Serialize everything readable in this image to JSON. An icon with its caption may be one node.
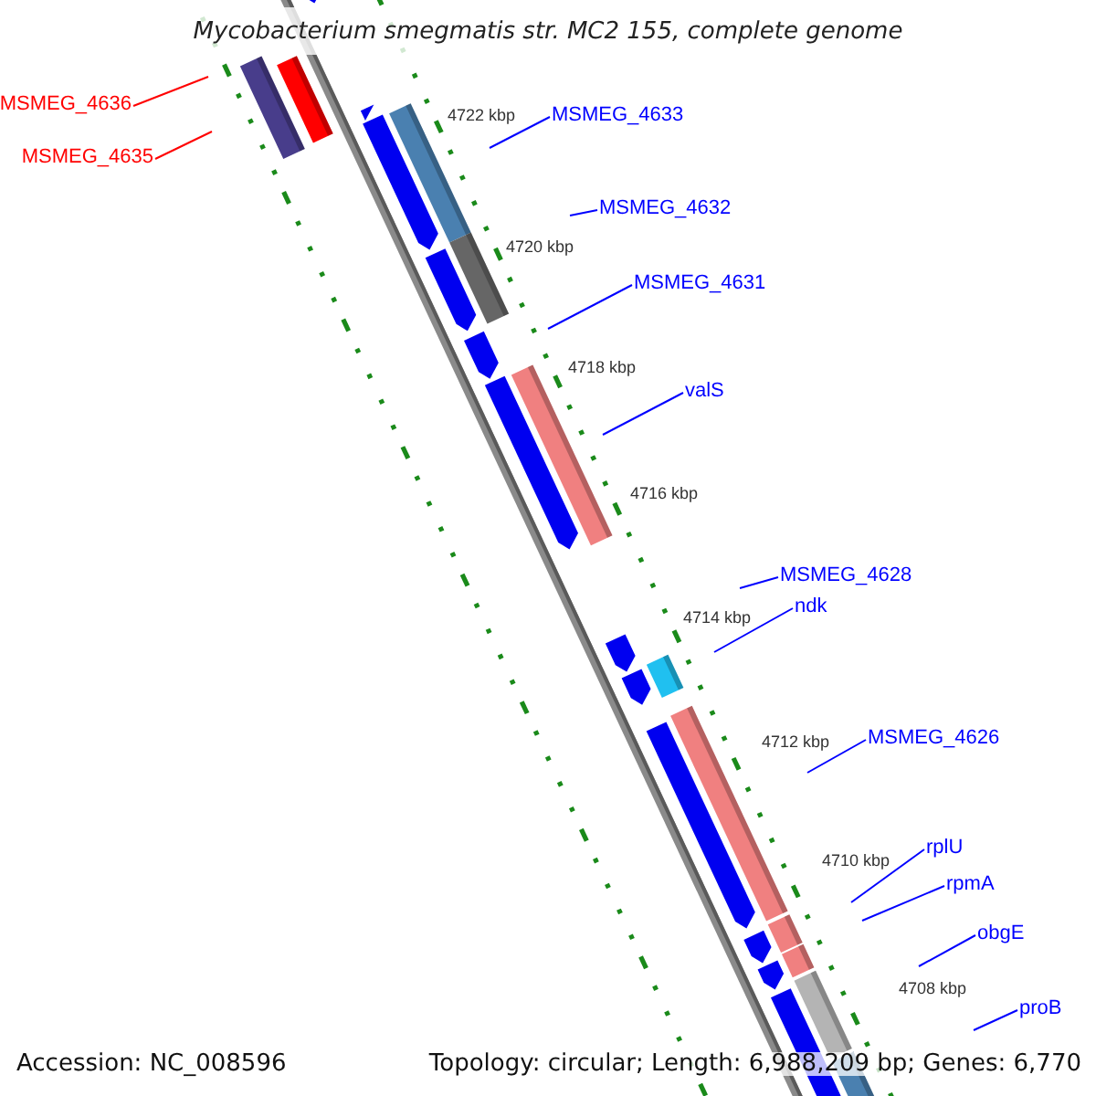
{
  "diagram": {
    "title": "Mycobacterium smegmatis str. MC2 155, complete genome",
    "nodes": [
      {
        "text": [
          "MSMEG_4636"
        ]
      },
      {
        "text": [
          "MSMEG_4635"
        ]
      },
      {
        "text": [
          "MSMEG_4633"
        ]
      },
      {
        "text": [
          "MSMEG_4632"
        ]
      },
      {
        "text": [
          "MSMEG_4631"
        ]
      },
      {
        "text": [
          "valS"
        ]
      },
      {
        "text": [
          "MSMEG_4628"
        ]
      },
      {
        "text": [
          "ndk"
        ]
      },
      {
        "text": [
          "MSMEG_4626"
        ]
      },
      {
        "text": [
          "rplU"
        ]
      },
      {
        "text": [
          "rpmA"
        ]
      },
      {
        "text": [
          "obgE"
        ]
      },
      {
        "text": [
          "proB"
        ]
      }
    ],
    "edges": [
      {
        "from": 0,
        "to": null,
        "arrow": "none",
        "color": "#ff0000"
      },
      {
        "from": 1,
        "to": null,
        "arrow": "none",
        "color": "#ff0000"
      },
      {
        "from": 2,
        "to": null,
        "arrow": "none"
      },
      {
        "from": 3,
        "to": null,
        "arrow": "none"
      },
      {
        "from": 4,
        "to": null,
        "arrow": "none"
      },
      {
        "from": 5,
        "to": null,
        "arrow": "none"
      },
      {
        "from": 6,
        "to": null,
        "arrow": "none"
      },
      {
        "from": 7,
        "to": null,
        "arrow": "none"
      },
      {
        "from": 8,
        "to": null,
        "arrow": "none"
      },
      {
        "from": 9,
        "to": null,
        "arrow": "none"
      },
      {
        "from": 10,
        "to": null,
        "arrow": "none"
      },
      {
        "from": 11,
        "to": null,
        "arrow": "none"
      },
      {
        "from": 12,
        "to": null,
        "arrow": "none"
      }
    ],
    "labels": [
      "4722 kbp",
      "4720 kbp",
      "4718 kbp",
      "4716 kbp",
      "4714 kbp",
      "4712 kbp",
      "4710 kbp",
      "4708 kbp",
      "Accession: NC_008596",
      "Topology: circular; Length: 6,988,209 bp; Genes: 6,770"
    ]
  }
}
